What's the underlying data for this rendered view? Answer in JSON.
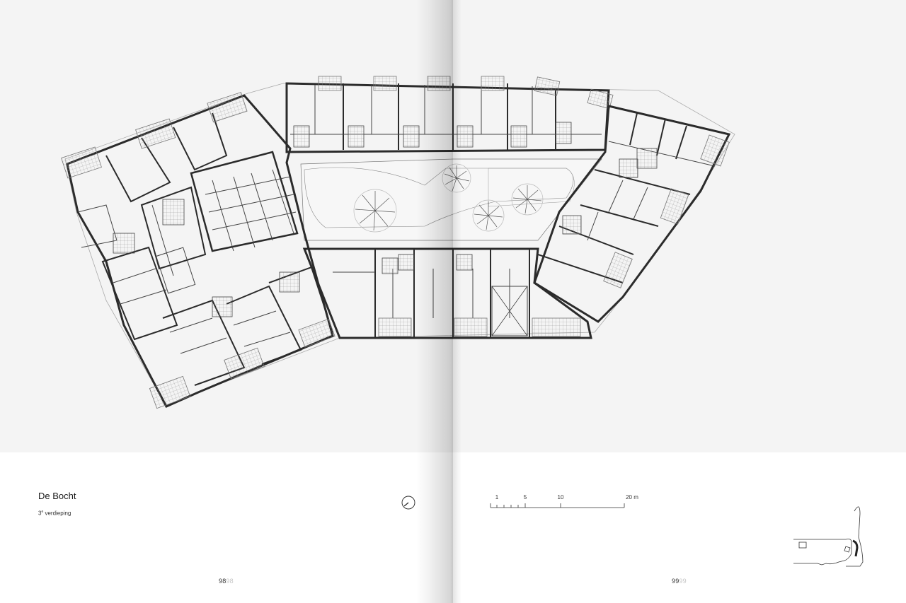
{
  "caption": {
    "title": "De Bocht",
    "subtitle_number": "3",
    "subtitle_superscript": "e",
    "subtitle_text": " verdieping"
  },
  "scale_bar": {
    "labels": [
      "1",
      "5",
      "10",
      "20 m"
    ],
    "unit": "m"
  },
  "folios": {
    "left": "98",
    "left_ghost": "98",
    "right": "99",
    "right_ghost": "99"
  },
  "icons": {
    "north_arrow": "north-arrow-icon",
    "key_plan": "site-key-plan"
  },
  "colors": {
    "plan_background": "#f4f4f4",
    "page_background": "#ffffff",
    "wall": "#2b2b2b",
    "line": "#555555"
  }
}
